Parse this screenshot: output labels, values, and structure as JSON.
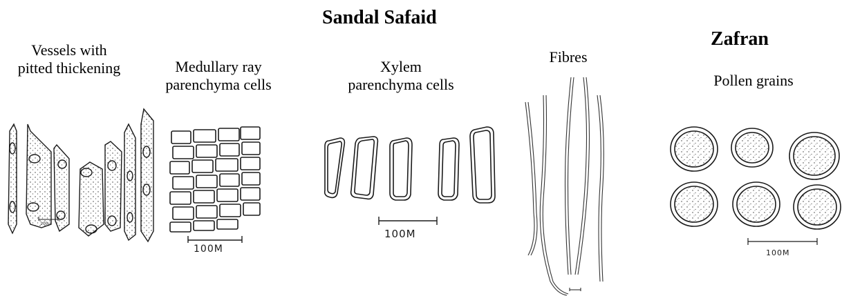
{
  "titles": {
    "main": "Sandal Safaid",
    "secondary": "Zafran"
  },
  "labels": {
    "vessels_line1": "Vessels with",
    "vessels_line2": "pitted thickening",
    "medullary_line1": "Medullary ray",
    "medullary_line2": "parenchyma cells",
    "xylem_line1": "Xylem",
    "xylem_line2": "parenchyma cells",
    "fibres": "Fibres",
    "pollen": "Pollen grains"
  },
  "scale_bars": {
    "vessels": "100µ",
    "medullary": "100M",
    "xylem": "100M",
    "fibres": "",
    "pollen": "100M"
  },
  "colors": {
    "ink": "#1a1a1a",
    "background": "#ffffff"
  }
}
